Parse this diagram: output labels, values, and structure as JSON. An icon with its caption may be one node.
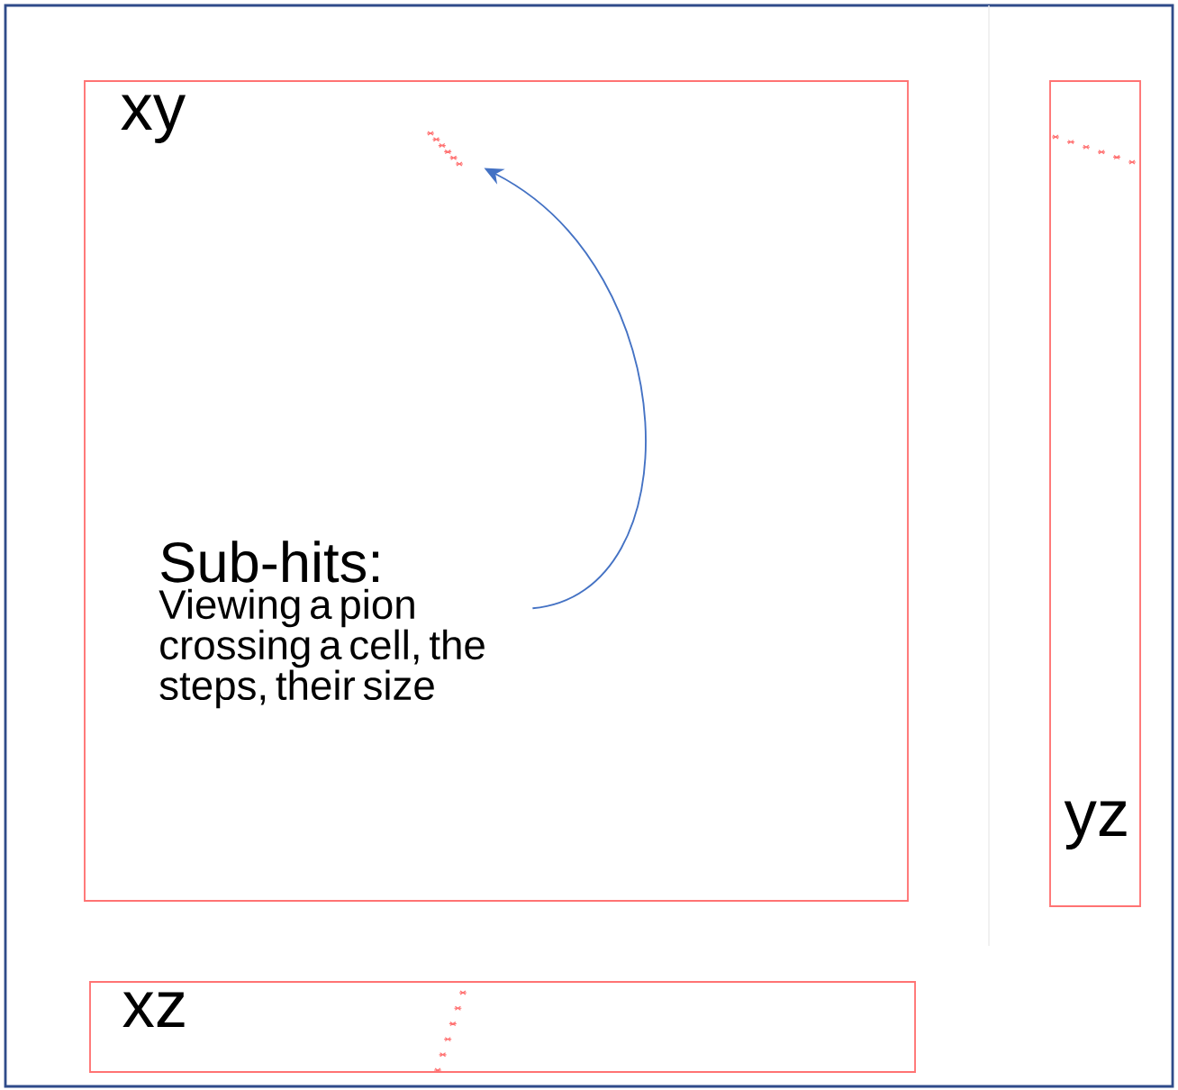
{
  "diagram": {
    "nodes": [
      {
        "text": [
          "xy"
        ]
      },
      {
        "text": [
          "Sub-hits:",
          "Viewing a pion crossing a cell, the steps, their size"
        ],
        "in": 0
      },
      {
        "text": [],
        "shape": "track",
        "in": 0
      },
      {
        "text": [
          "yz"
        ]
      },
      {
        "text": [
          "xz"
        ]
      }
    ],
    "edges": [
      {
        "from": 1,
        "to": 2,
        "arrow": "to",
        "color": "#4472c4"
      }
    ]
  }
}
